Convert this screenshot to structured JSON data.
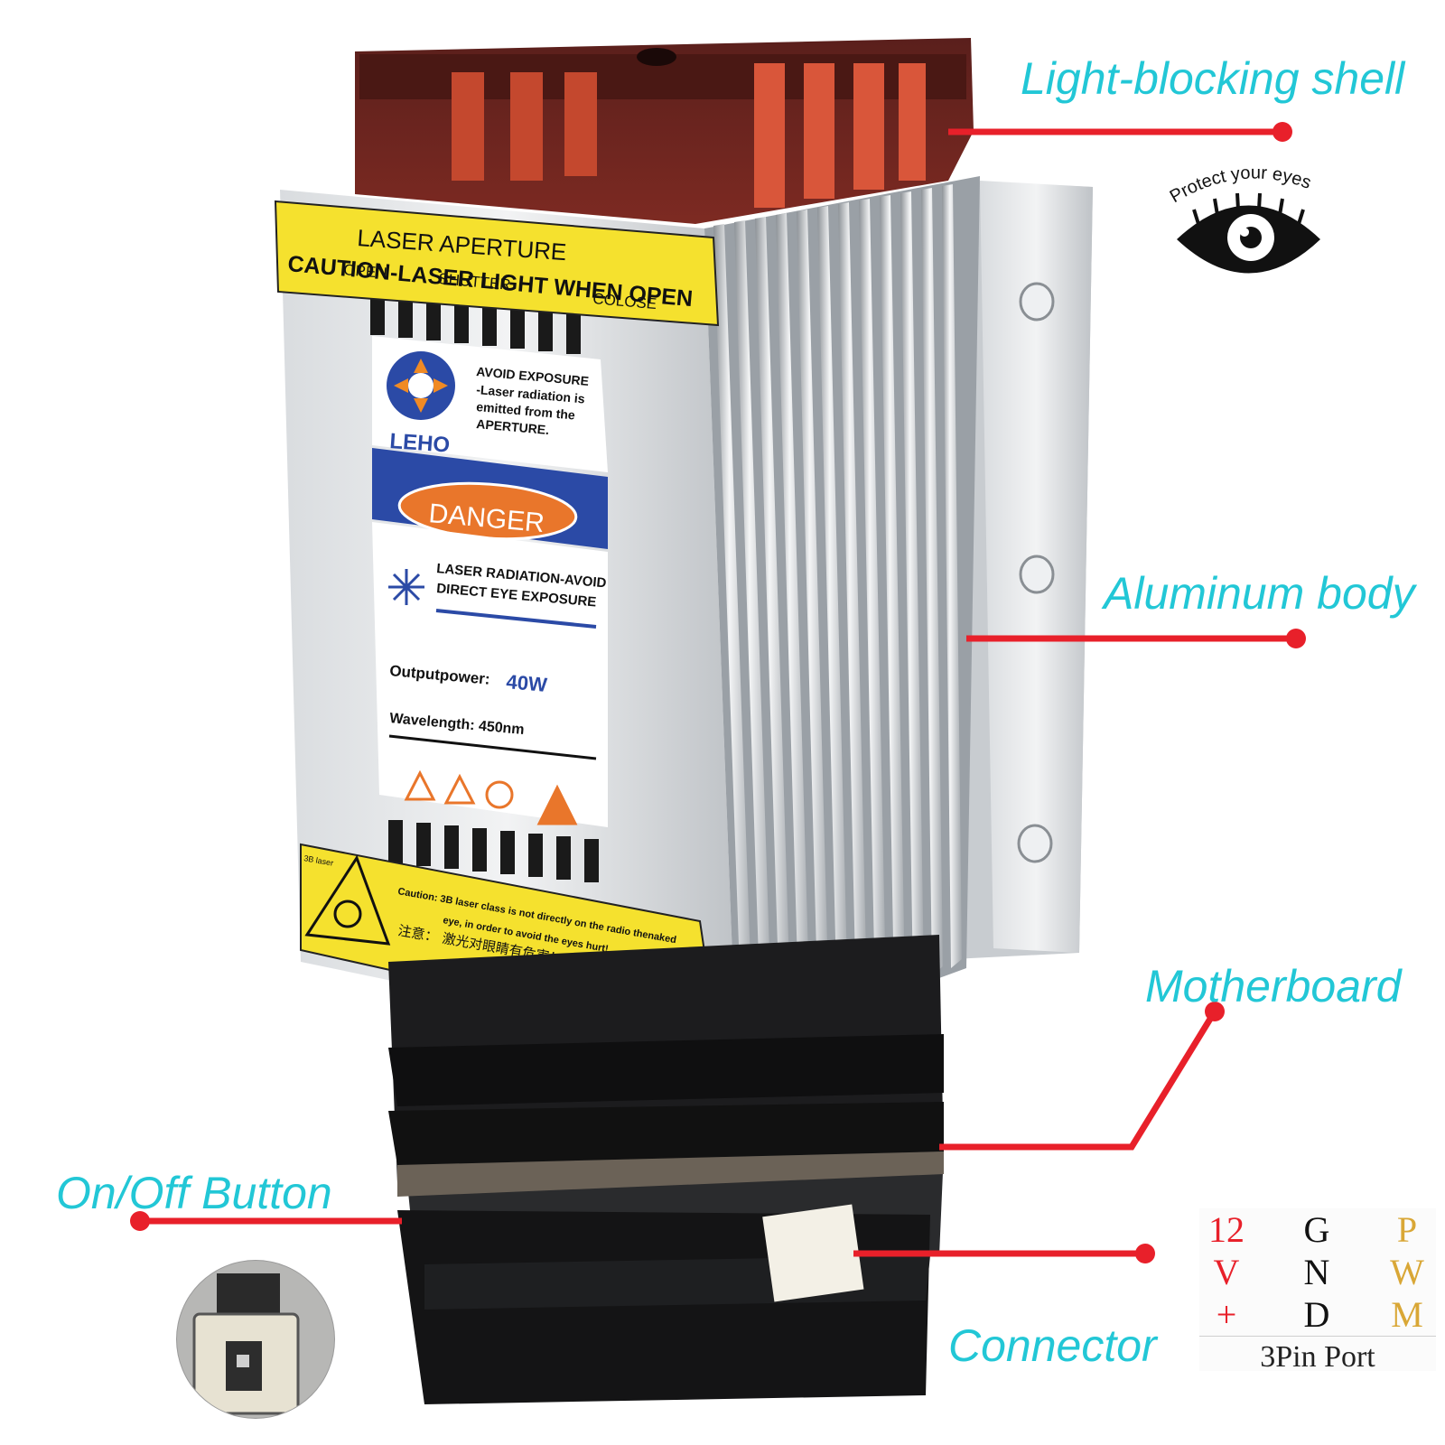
{
  "labels": {
    "shell": "Light-blocking shell",
    "body": "Aluminum body",
    "motherboard": "Motherboard",
    "button": "On/Off Button",
    "connector": "Connector"
  },
  "eye_badge": {
    "text": "Protect your eyes"
  },
  "sticker_top": {
    "line1": "LASER APERTURE",
    "line2": "CAUTION-LASER LIGHT WHEN OPEN",
    "open": "OPEN",
    "shutter": "SHUTTER",
    "close": "COLOSE"
  },
  "panel": {
    "avoid1": "AVOID EXPOSURE",
    "avoid2": "-Laser radiation is",
    "avoid3": "emitted from the",
    "avoid4": "APERTURE.",
    "brand": "LEHO",
    "danger": "DANGER",
    "rad1": "LASER RADIATION-AVOID",
    "rad2": "DIRECT EYE EXPOSURE",
    "power_label": "Outputpower:",
    "power_value": "40W",
    "wavelength": "Wavelength: 450nm"
  },
  "sticker_bottom": {
    "class": "3B laser",
    "caution1": "Caution: 3B laser class is not directly on the radio thenaked",
    "caution2": "eye, in order to avoid the eyes hurt!",
    "chinese": "注意：  激光对眼睛有危害！ 儿童禁用"
  },
  "pins": {
    "col1": [
      "12",
      "V",
      "+"
    ],
    "col2": [
      "G",
      "N",
      "D"
    ],
    "col3": [
      "P",
      "W",
      "M"
    ],
    "caption": "3Pin Port"
  },
  "colors": {
    "callout": "#22c7d6",
    "leader": "#e8202a",
    "pin_12v": "#e8202a",
    "pin_gnd": "#111111",
    "pin_pwm": "#d9a736"
  }
}
